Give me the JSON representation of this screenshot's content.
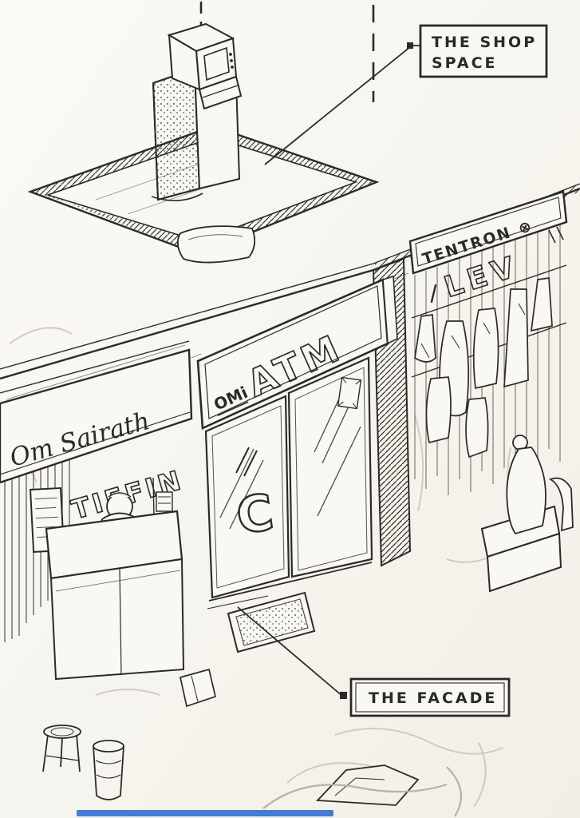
{
  "annotations": {
    "shop_space_line1": "THE SHOP",
    "shop_space_line2": "SPACE",
    "facade_label": "THE FACADE"
  },
  "signs": {
    "atm_prefix": "OMi",
    "atm_main": "ATM",
    "left_shop_name": "Om Sairath",
    "left_shop_subtitle": "TIFFIN",
    "right_shop_line1": "TENTRON",
    "right_shop_mark": "⊗",
    "right_shop_line2": "LEV",
    "door_letter": "C"
  },
  "colors": {
    "ink": "#2b2a26",
    "paper": "#faf8f2",
    "pencil": "#b9b2a4",
    "scan_edge_blue": "#2f6fd2"
  }
}
